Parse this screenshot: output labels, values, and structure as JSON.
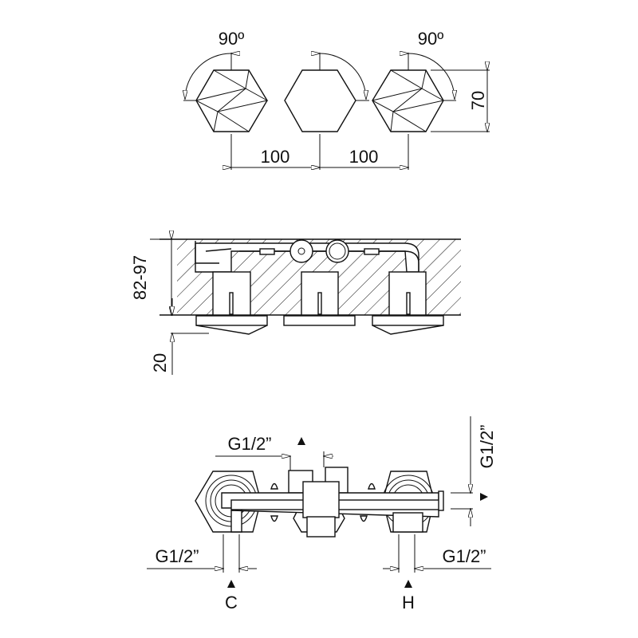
{
  "top_view": {
    "rotation_left": "90º",
    "rotation_right": "90º",
    "spacing_left": "100",
    "spacing_right": "100",
    "height": "70"
  },
  "side_view": {
    "depth": "82-97",
    "projection": "20"
  },
  "bottom_view": {
    "outlet_top": "G1/2”",
    "outlet_right": "G1/2”",
    "inlet_cold_size": "G1/2”",
    "inlet_hot_size": "G1/2”",
    "cold_label": "C",
    "hot_label": "H"
  },
  "colors": {
    "line": "#111111",
    "background": "#ffffff"
  }
}
